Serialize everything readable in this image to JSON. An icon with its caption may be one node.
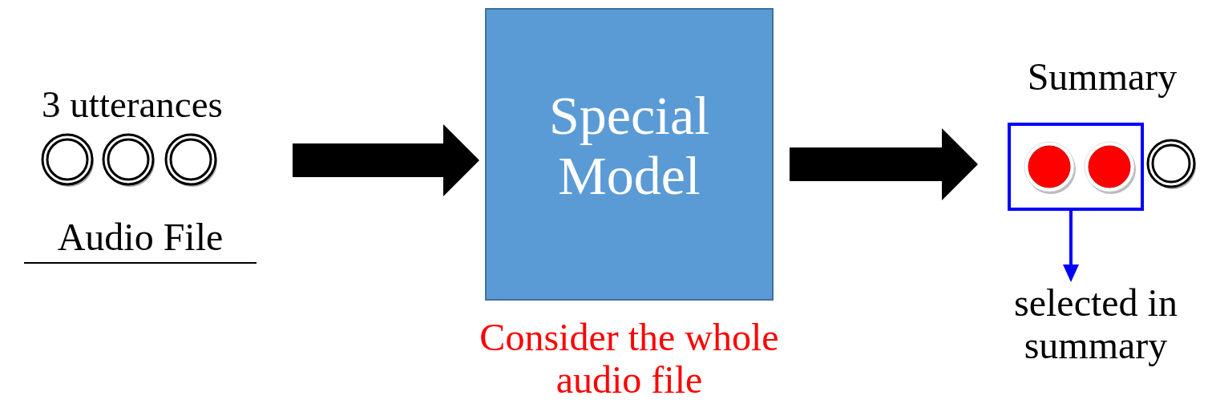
{
  "diagram": {
    "nodes": [
      {
        "text": [
          "3 utterances",
          "Audio File"
        ]
      },
      {
        "text": [],
        "shape": "circle",
        "in": 0
      },
      {
        "text": [],
        "shape": "circle",
        "in": 0
      },
      {
        "text": [],
        "shape": "circle",
        "in": 0
      },
      {
        "text": [
          "Special Model"
        ],
        "beside": [
          "Consider the whole audio file"
        ]
      },
      {
        "text": [
          "Summary"
        ]
      },
      {
        "text": [],
        "shape": "box",
        "in": 5
      },
      {
        "text": [],
        "shape": "circle",
        "in": 6
      },
      {
        "text": [],
        "shape": "circle",
        "in": 6
      },
      {
        "text": [],
        "shape": "circle",
        "in": 5
      },
      {
        "text": [
          "selected in summary"
        ]
      }
    ],
    "edges": [
      {
        "from": 0,
        "to": 4,
        "arrow": "to"
      },
      {
        "from": 4,
        "to": 5,
        "arrow": "to"
      },
      {
        "from": 6,
        "to": 10,
        "arrow": "to",
        "color": "#0000ff"
      }
    ]
  }
}
